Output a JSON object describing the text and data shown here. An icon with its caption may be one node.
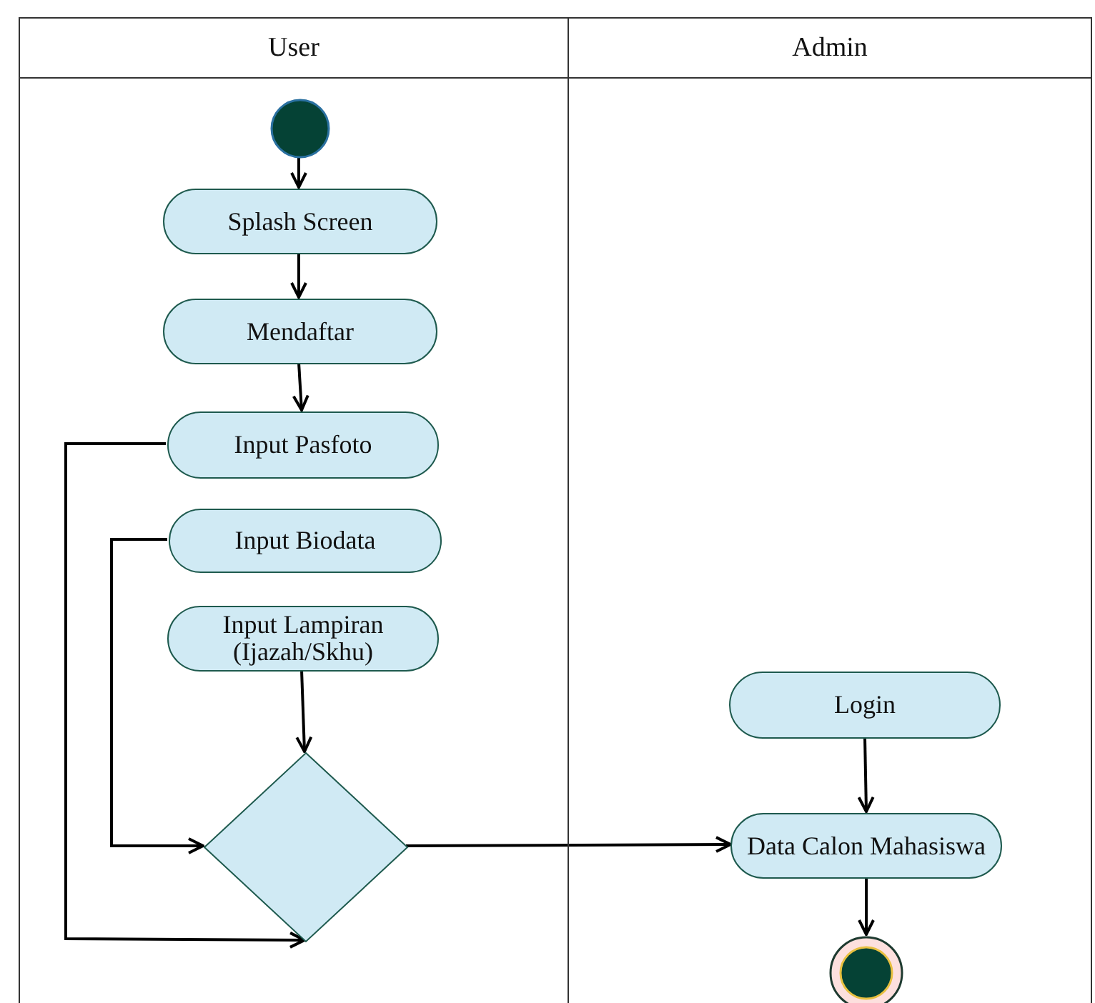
{
  "diagram": {
    "nodes": [
      {
        "text": [
          "User"
        ]
      },
      {
        "text": [
          "Admin"
        ]
      },
      {
        "text": [],
        "shape": "circle",
        "in": 0
      },
      {
        "text": [
          "Splash Screen"
        ],
        "in": 0
      },
      {
        "text": [
          "Mendaftar"
        ],
        "in": 0
      },
      {
        "text": [
          "Input Pasfoto"
        ],
        "in": 0
      },
      {
        "text": [
          "Input Biodata"
        ],
        "in": 0
      },
      {
        "text": [
          "Input Lampiran (Ijazah/Skhu)"
        ],
        "in": 0
      },
      {
        "text": [],
        "shape": "diamond",
        "in": 0
      },
      {
        "text": [
          "Login"
        ],
        "in": 1
      },
      {
        "text": [
          "Data Calon Mahasiswa"
        ],
        "in": 1
      },
      {
        "text": [],
        "shape": "circle",
        "in": 1
      }
    ],
    "edges": [
      {
        "from": 2,
        "to": 3,
        "arrow": "to"
      },
      {
        "from": 3,
        "to": 4,
        "arrow": "to"
      },
      {
        "from": 4,
        "to": 5,
        "arrow": "to"
      },
      {
        "from": 5,
        "to": 8,
        "arrow": "to"
      },
      {
        "from": 6,
        "to": 8,
        "arrow": "to"
      },
      {
        "from": 7,
        "to": 8,
        "arrow": "to"
      },
      {
        "from": 8,
        "to": 10,
        "arrow": "to"
      },
      {
        "from": 9,
        "to": 10,
        "arrow": "to"
      },
      {
        "from": 10,
        "to": 11,
        "arrow": "to"
      }
    ]
  }
}
